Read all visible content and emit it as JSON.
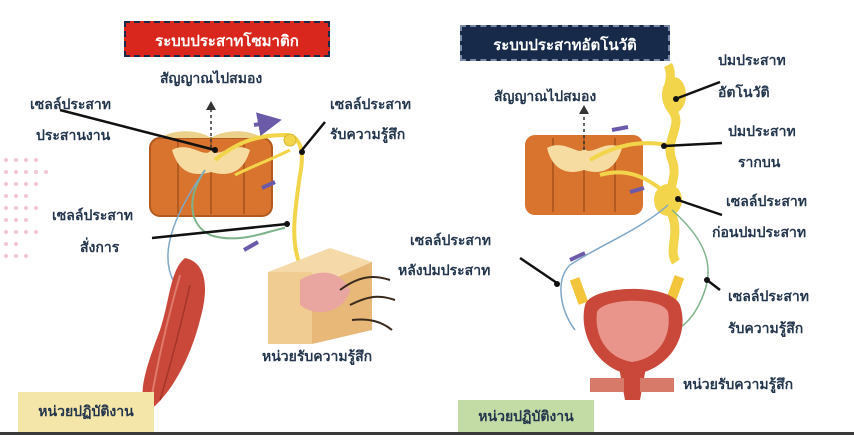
{
  "somatic": {
    "title": "ระบบประสาทโซมาติก",
    "signal_to_brain": "สัญญาณไปสมอง",
    "interneuron_line1": "เซลล์ประสาท",
    "interneuron_line2": "ประสานงาน",
    "sensory_line1": "เซลล์ประสาท",
    "sensory_line2": "รับความรู้สึก",
    "motor_line1": "เซลล์ประสาท",
    "motor_line2": "สั่งการ",
    "receptor": "หน่วยรับความรู้สึก",
    "effector": "หน่วยปฏิบัติงาน"
  },
  "autonomic": {
    "title": "ระบบประสาทอัตโนวัติ",
    "signal_to_brain": "สัญญาณไปสมอง",
    "ganglion_line1": "ปมประสาท",
    "ganglion_line2": "อัตโนวัติ",
    "root_ganglion_line1": "ปมประสาท",
    "root_ganglion_line2": "รากบน",
    "preganglionic_line1": "เซลล์ประสาท",
    "preganglionic_line2": "ก่อนปมประสาท",
    "postganglionic_line1": "เซลล์ประสาท",
    "postganglionic_line2": "หลังปมประสาท",
    "sensory_line1": "เซลล์ประสาท",
    "sensory_line2": "รับความรู้สึก",
    "receptor": "หน่วยรับความรู้สึก",
    "effector": "หน่วยปฏิบัติงาน"
  },
  "colors": {
    "somatic_title_bg": "#d9271d",
    "autonomic_title_bg": "#172a4a",
    "somatic_effector_bg": "#f4e6a8",
    "autonomic_effector_bg": "#c3dca5",
    "nerve_yellow": "#f2d54a",
    "spinal_cord": "#d8742e",
    "muscle": "#c9483a",
    "arrow": "#6a5aa8"
  }
}
